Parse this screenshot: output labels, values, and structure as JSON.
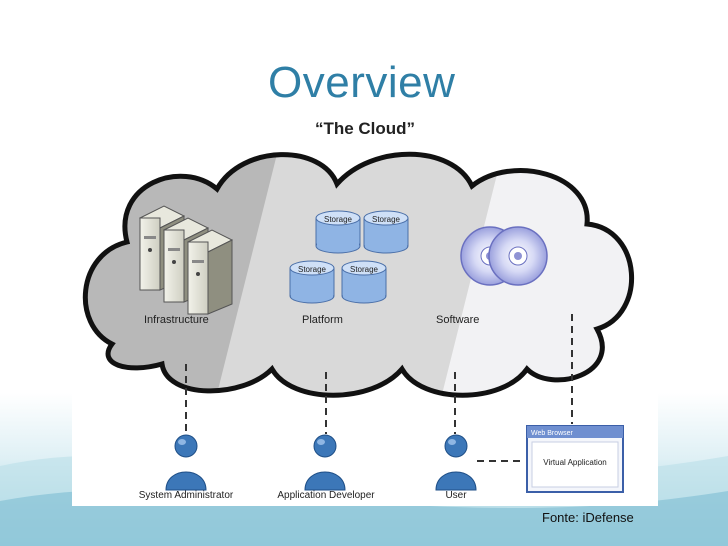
{
  "slide": {
    "title": "Overview",
    "credit": "Fonte: iDefense"
  },
  "diagram": {
    "cloud_title": "“The Cloud”",
    "sections": [
      {
        "label": "Infrastructure"
      },
      {
        "label": "Platform"
      },
      {
        "label": "Software"
      }
    ],
    "storage_label": "Storage",
    "users": [
      {
        "label": "System Administrator"
      },
      {
        "label": "Application Developer"
      },
      {
        "label": "User"
      }
    ],
    "browser": {
      "title": "Web Browser",
      "content": "Virtual Application"
    }
  },
  "colors": {
    "title": "#2f7fa6",
    "person": "#3c77b8",
    "storage": "#8fb4e4"
  }
}
